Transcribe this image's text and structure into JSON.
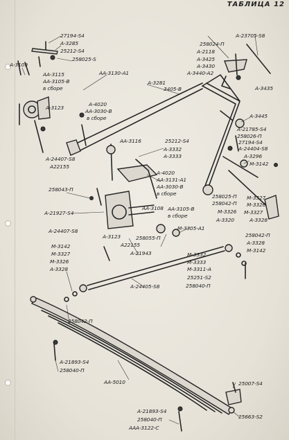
{
  "page": {
    "title": "ТАБЛИЦА 12"
  },
  "labels": [
    "27194-S4",
    "А-3285",
    "25212-S4",
    "258025-S",
    "А-3109",
    "АА-3115",
    "АА-3105-В",
    "в сборе",
    "АА-3130-А1",
    "А-3281",
    "3405-В",
    "А-3123",
    "А-4020",
    "АА-3030-В",
    "в сборе",
    "А-24407-S8",
    "А22155",
    "258024-П",
    "А-2118",
    "А-3425",
    "А-3430",
    "А-3440-А2",
    "А-23705-S8",
    "А-3435",
    "А-3445",
    "А-21785-S4",
    "258026-П",
    "27194-S4",
    "А-24404-S8",
    "А-3296",
    "М-3142",
    "АА-3116",
    "25212-S4",
    "А-3332",
    "А-3333",
    "А-4020",
    "АА-3131-А1",
    "АА-3030-В",
    "в сборе",
    "258043-П",
    "А-21927-S4",
    "А-24407-S8",
    "АА-3108",
    "АА-3105-В",
    "в сборе",
    "А-3123",
    "258055-П",
    "А22155",
    "А-21943",
    "М-3305-А1",
    "258025-П",
    "258042-П",
    "М-3327",
    "М-3326",
    "М-3326",
    "М-3327",
    "А-3320",
    "А-3328",
    "258042-П",
    "А-3328",
    "М-3142",
    "М-3142",
    "М-3327",
    "М-3326",
    "А-3328",
    "М-3332",
    "М-3333",
    "М-3311-А",
    "25251-S2",
    "258040-П",
    "А-24405-S8",
    "258042-П",
    "А-21893-S4",
    "258040-П",
    "АА-5010",
    "25007-S4",
    "А-21893-S4",
    "258040-П",
    "ААА-3122-С",
    "25663-S2"
  ]
}
